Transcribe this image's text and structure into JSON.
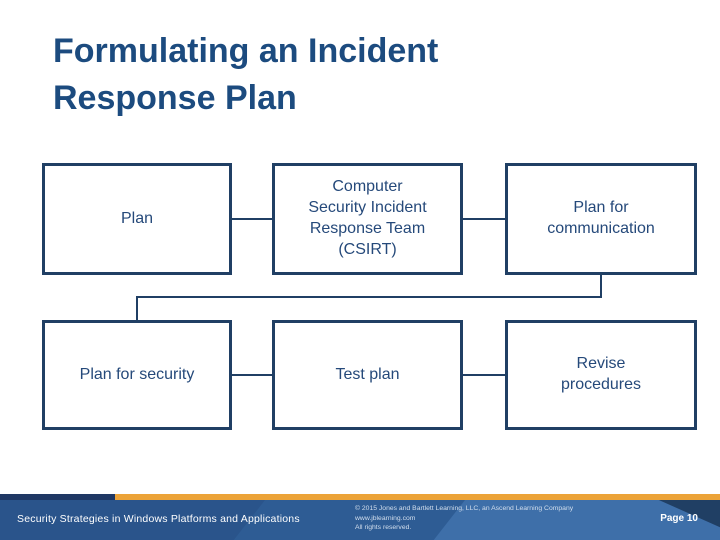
{
  "slide": {
    "title": "Formulating an Incident\nResponse Plan"
  },
  "diagram": {
    "boxes": [
      {
        "id": "plan",
        "label": "Plan"
      },
      {
        "id": "csirt",
        "label": "Computer\nSecurity Incident\nResponse Team\n(CSIRT)"
      },
      {
        "id": "plan-for-communication",
        "label": "Plan for\ncommunication"
      },
      {
        "id": "plan-for-security",
        "label": "Plan for security"
      },
      {
        "id": "test-plan",
        "label": "Test plan"
      },
      {
        "id": "revise-procedures",
        "label": "Revise\nprocedures"
      }
    ],
    "connections": [
      "Plan -> CSIRT",
      "CSIRT -> Plan for communication",
      "Plan for communication -> Plan for security",
      "Plan for security -> Test plan",
      "Test plan -> Revise procedures"
    ]
  },
  "footer": {
    "course": "Security Strategies in Windows Platforms and Applications",
    "copyright": "© 2015 Jones and Bartlett Learning, LLC, an Ascend Learning Company\nwww.jblearning.com\nAll rights reserved.",
    "page": "Page 10"
  },
  "colors": {
    "title_text": "#1c4b7f",
    "box_border": "#203f64",
    "box_text": "#25497a",
    "connector": "#203f64",
    "footer_orange": "#eca338",
    "footer_navy": "#1f3864",
    "footer_blue": "#3e6fa9",
    "footer_blue_dark": "#2e5c94"
  }
}
